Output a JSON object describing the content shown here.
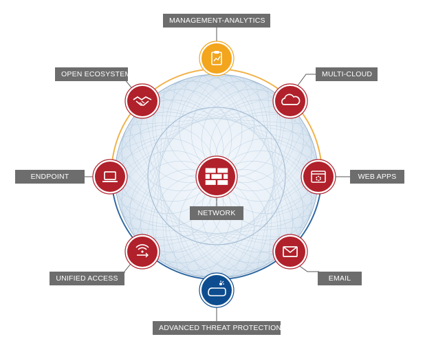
{
  "colors": {
    "node_red": "#b0212b",
    "node_orange": "#f2a51d",
    "node_blue": "#0d4d8f",
    "orbit_orange": "#f0b24a",
    "orbit_blue": "#2f67a1",
    "mesh": "#8fb0cc",
    "label_bg": "#6d6d6d"
  },
  "nodes": [
    {
      "id": "management-analytics",
      "label": "MANAGEMENT-ANALYTICS",
      "icon": "clipboard-chart-icon",
      "color": "node_orange"
    },
    {
      "id": "multi-cloud",
      "label": "MULTI-CLOUD",
      "icon": "cloud-icon",
      "color": "node_red"
    },
    {
      "id": "web-apps",
      "label": "WEB APPS",
      "icon": "browser-gear-icon",
      "color": "node_red"
    },
    {
      "id": "email",
      "label": "EMAIL",
      "icon": "envelope-icon",
      "color": "node_red"
    },
    {
      "id": "advanced-threat-protection",
      "label": "ADVANCED THREAT PROTECTION",
      "icon": "sandbox-threat-icon",
      "color": "node_blue"
    },
    {
      "id": "unified-access",
      "label": "UNIFIED ACCESS",
      "icon": "wifi-access-icon",
      "color": "node_red"
    },
    {
      "id": "endpoint",
      "label": "ENDPOINT",
      "icon": "laptop-icon",
      "color": "node_red"
    },
    {
      "id": "open-ecosystem",
      "label": "OPEN ECOSYSTEM",
      "icon": "handshake-icon",
      "color": "node_red"
    },
    {
      "id": "network",
      "label": "NETWORK",
      "icon": "firewall-icon",
      "color": "node_red"
    }
  ]
}
